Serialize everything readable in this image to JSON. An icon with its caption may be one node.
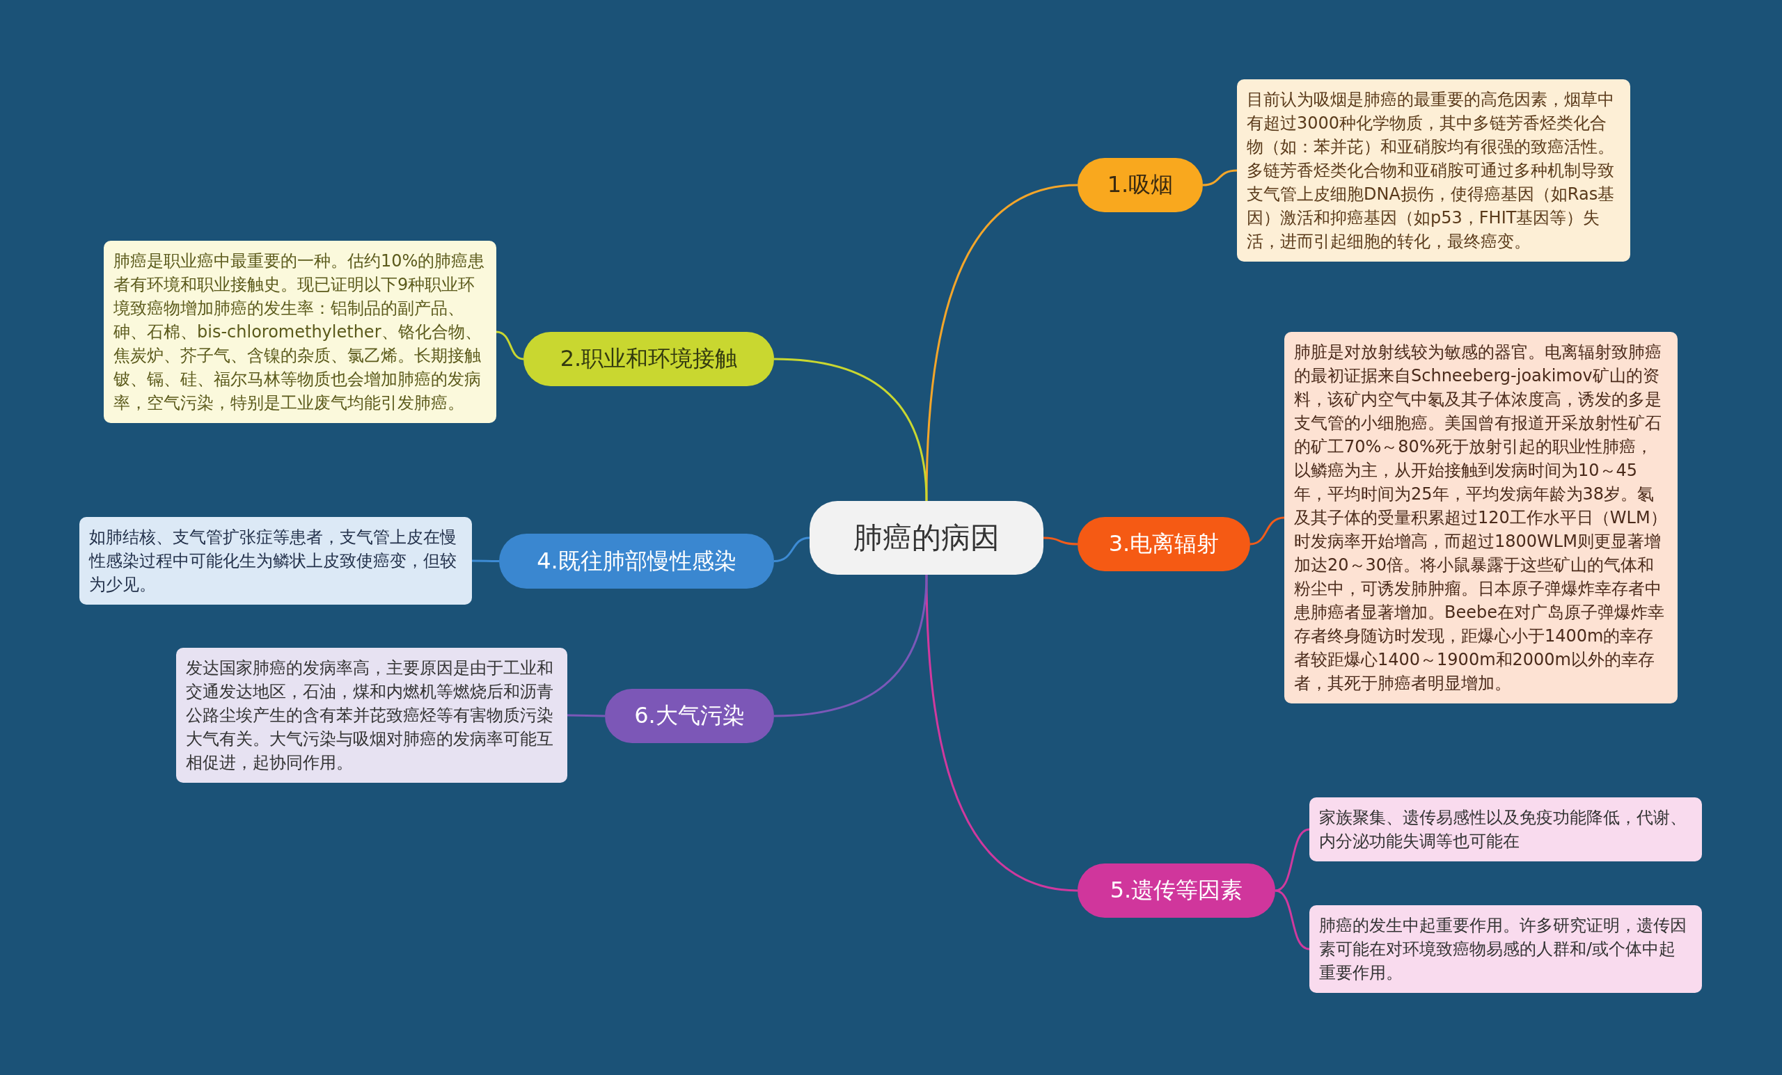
{
  "diagram": {
    "nodes": [
      {
        "text": [
          "肺癌的病因"
        ]
      },
      {
        "text": [
          "1.吸烟"
        ]
      },
      {
        "text": [
          "目前认为吸烟是肺癌的最重要的高危因素，烟草中有超过3000种化学物质，其中多链芳香烃类化合物（如：苯并芘）和亚硝胺均有很强的致癌活性。多链芳香烃类化合物和亚硝胺可通过多种机制导致支气管上皮细胞DNA损伤，使得癌基因（如Ras基因）激活和抑癌基因（如p53，FHIT基因等）失活，进而引起细胞的转化，最终癌变。"
        ]
      },
      {
        "text": [
          "2.职业和环境接触"
        ]
      },
      {
        "text": [
          "肺癌是职业癌中最重要的一种。估约10%的肺癌患者有环境和职业接触史。现已证明以下9种职业环境致癌物增加肺癌的发生率：铝制品的副产品、砷、石棉、bis-chloromethylether、铬化合物、焦炭炉、芥子气、含镍的杂质、氯乙烯。长期接触铍、镉、硅、福尔马林等物质也会增加肺癌的发病率，空气污染，特别是工业废气均能引发肺癌。"
        ]
      },
      {
        "text": [
          "3.电离辐射"
        ]
      },
      {
        "text": [
          "肺脏是对放射线较为敏感的器官。电离辐射致肺癌的最初证据来自Schneeberg-joakimov矿山的资料，该矿内空气中氡及其子体浓度高，诱发的多是支气管的小细胞癌。美国曾有报道开采放射性矿石的矿工70%～80%死于放射引起的职业性肺癌，以鳞癌为主，从开始接触到发病时间为10～45年，平均时间为25年，平均发病年龄为38岁。氡及其子体的受量积累超过120工作水平日（WLM）时发病率开始增高，而超过1800WLM则更显著增加达20～30倍。将小鼠暴露于这些矿山的气体和粉尘中，可诱发肺肿瘤。日本原子弹爆炸幸存者中患肺癌者显著增加。Beebe在对广岛原子弹爆炸幸存者终身随访时发现，距爆心小于1400m的幸存者较距爆心1400～1900m和2000m以外的幸存者，其死于肺癌者明显增加。"
        ]
      },
      {
        "text": [
          "4.既往肺部慢性感染"
        ]
      },
      {
        "text": [
          "如肺结核、支气管扩张症等患者，支气管上皮在慢性感染过程中可能化生为鳞状上皮致使癌变，但较为少见。"
        ]
      },
      {
        "text": [
          "5.遗传等因素"
        ]
      },
      {
        "text": [
          "家族聚集、遗传易感性以及免疫功能降低，代谢、内分泌功能失调等也可能在"
        ]
      },
      {
        "text": [
          "肺癌的发生中起重要作用。许多研究证明，遗传因素可能在对环境致癌物易感的人群和/或个体中起重要作用。"
        ]
      },
      {
        "text": [
          "6.大气污染"
        ]
      },
      {
        "text": [
          "发达国家肺癌的发病率高，主要原因是由于工业和交通发达地区，石油，煤和内燃机等燃烧后和沥青公路尘埃产生的含有苯并芘致癌烃等有害物质污染大气有关。大气污染与吸烟对肺癌的发病率可能互相促进，起协同作用。"
        ]
      }
    ],
    "edges": [
      {
        "from": 0,
        "to": 1,
        "arrow": "none",
        "color": "#f4a62a"
      },
      {
        "from": 1,
        "to": 2,
        "arrow": "none",
        "color": "#f4a62a"
      },
      {
        "from": 0,
        "to": 3,
        "arrow": "none",
        "color": "#c9d730"
      },
      {
        "from": 3,
        "to": 4,
        "arrow": "none",
        "color": "#c9d730"
      },
      {
        "from": 0,
        "to": 5,
        "arrow": "none",
        "color": "#f25c1a"
      },
      {
        "from": 5,
        "to": 6,
        "arrow": "none",
        "color": "#f25c1a"
      },
      {
        "from": 0,
        "to": 7,
        "arrow": "none",
        "color": "#3d8bd4"
      },
      {
        "from": 7,
        "to": 8,
        "arrow": "none",
        "color": "#3d8bd4"
      },
      {
        "from": 0,
        "to": 9,
        "arrow": "none",
        "color": "#d0399e"
      },
      {
        "from": 9,
        "to": 10,
        "arrow": "none",
        "color": "#d0399e"
      },
      {
        "from": 9,
        "to": 11,
        "arrow": "none",
        "color": "#d0399e"
      },
      {
        "from": 0,
        "to": 12,
        "arrow": "none",
        "color": "#7b58b8"
      },
      {
        "from": 12,
        "to": 13,
        "arrow": "none",
        "color": "#7b58b8"
      }
    ]
  }
}
